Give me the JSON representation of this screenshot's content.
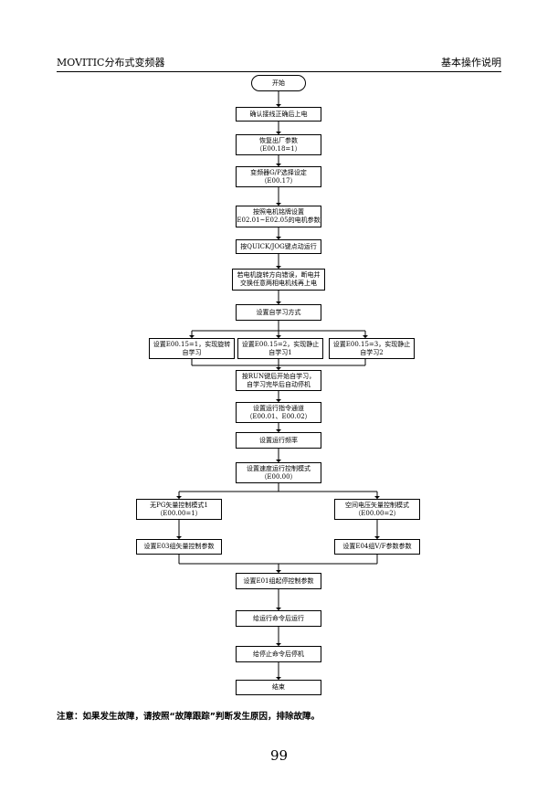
{
  "header": {
    "left": "MOVITIC分布式变频器",
    "right": "基本操作说明"
  },
  "flow": {
    "start": "开始",
    "confirm_wiring": "确认接线正确后上电",
    "restore_line1": "恢复出厂参数",
    "restore_line2": "（E00.18=1）",
    "gp_line1": "变频器G/P选择设定",
    "gp_line2": "（E00.17）",
    "motor_line1": "按照电机铭牌设置",
    "motor_line2": "E02.01~E02.05的电机参数",
    "jog": "按QUICK/JOG键点动运行",
    "dir_line1": "若电机旋转方向错误，断电并",
    "dir_line2": "交换任意两相电机线再上电",
    "selflearn_mode": "设置自学习方式",
    "opt1_line1": "设置E00.15=1，实现旋转",
    "opt1_line2": "自学习",
    "opt2_line1": "设置E00.15=2，实现静止",
    "opt2_line2": "自学习1",
    "opt3_line1": "设置E00.15=3，实现静止",
    "opt3_line2": "自学习2",
    "run_line1": "按RUN键后开始自学习，",
    "run_line2": "自学习完毕后自动停机",
    "channel_line1": "设置运行指令通道",
    "channel_line2": "（E00.01、E00.02）",
    "freq": "设置运行频率",
    "speed_line1": "设置速度运行控制模式",
    "speed_line2": "（E00.00）",
    "vec_line1": "无PG矢量控制模式1",
    "vec_line2": "（E00.00=1）",
    "vf_line1": "空间电压矢量控制模式",
    "vf_line2": "（E00.00=2）",
    "vec_param": "设置E03组矢量控制参数",
    "vf_param": "设置E04组V/F参数参数",
    "startstop": "设置E01组起停控制参数",
    "run_cmd": "给运行命令后运行",
    "stop_cmd": "给停止命令后停机",
    "end": "结束"
  },
  "note": "注意：如果发生故障，请按照“故障跟踪”判断发生原因，排除故障。",
  "page_number": "99"
}
